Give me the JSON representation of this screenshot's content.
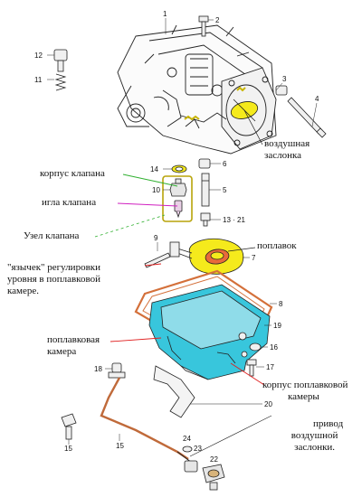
{
  "labels": {
    "air_damper": [
      "воздушная",
      "заслонка"
    ],
    "valve_body": "корпус клапана",
    "valve_needle": "игла клапана",
    "valve_assembly": "Узел клапана",
    "float": "поплавок",
    "tab": [
      "\"язычек\" регулировки",
      "уровня в поплавковой",
      "камере."
    ],
    "float_chamber": [
      "поплавковая",
      "камера"
    ],
    "float_chamber_body": [
      "корпус поплавковой",
      "камеры"
    ],
    "choke_drive": [
      "привод",
      "воздушной",
      "заслонки."
    ]
  },
  "part_numbers": {
    "n1": "1",
    "n2": "2",
    "n3": "3",
    "n4": "4",
    "n5": "5",
    "n6": "6",
    "n7": "7",
    "n8": "8",
    "n9": "9",
    "n10": "10",
    "n11": "11",
    "n12": "12",
    "n13": "13 · 21",
    "n14": "14",
    "n15a": "15",
    "n15b": "15",
    "n16": "16",
    "n17": "17",
    "n18": "18",
    "n19": "19",
    "n20": "20",
    "n22": "22",
    "n23": "23",
    "n24": "24"
  },
  "colors": {
    "float_yellow": "#f5ea1c",
    "chamber_cyan": "#38c6dc",
    "gasket_orange": "#d4703a",
    "valve_box": "#b8a40a",
    "leader_red": "#e02020",
    "leader_green": "#30b030",
    "leader_magenta": "#d020c0",
    "ink": "#222222"
  }
}
